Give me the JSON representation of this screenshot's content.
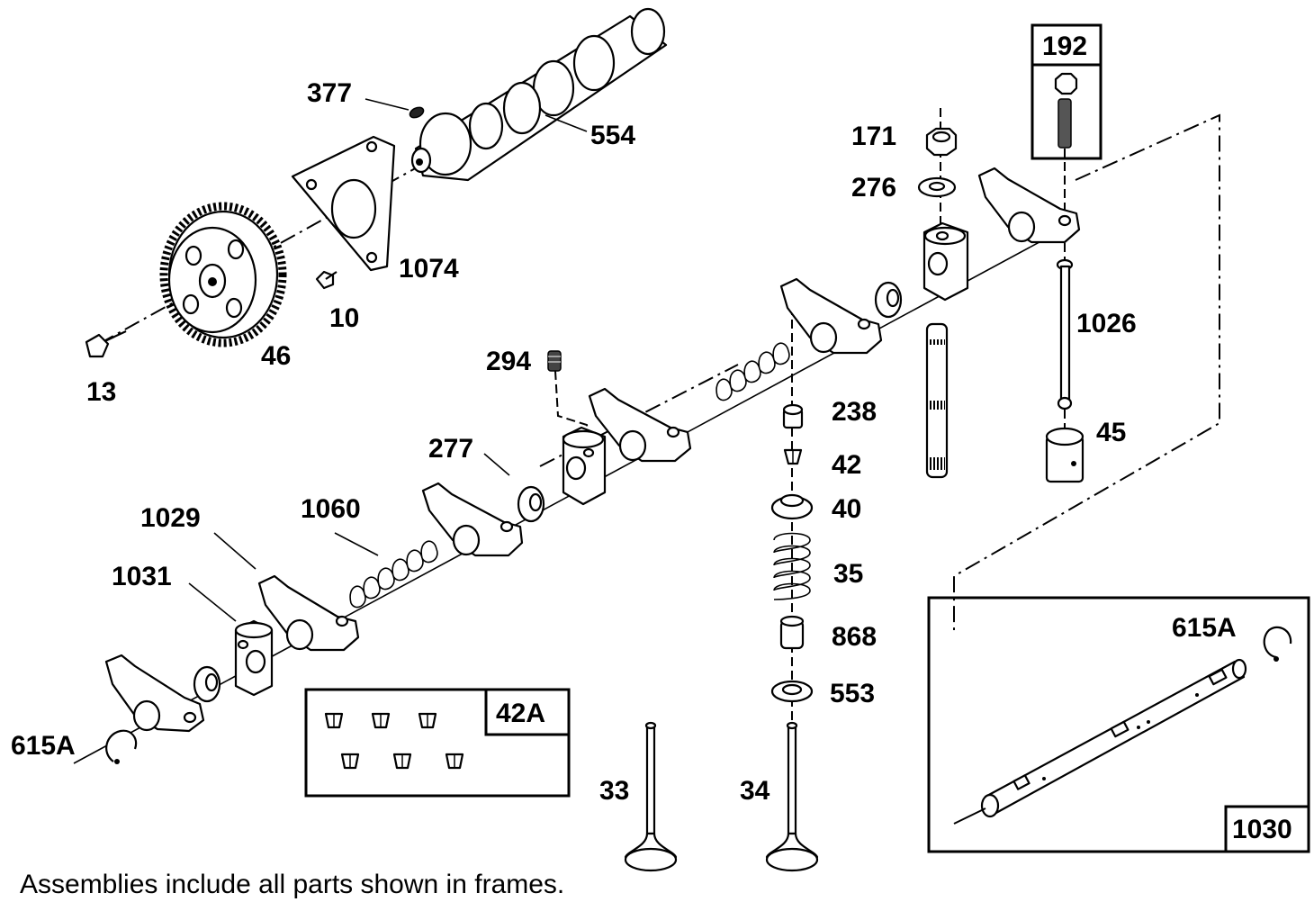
{
  "caption": "Assemblies include all parts shown in frames.",
  "labels": {
    "p377": "377",
    "p554": "554",
    "p1074": "1074",
    "p10": "10",
    "p46": "46",
    "p13": "13",
    "p294": "294",
    "p277": "277",
    "p1029": "1029",
    "p1060": "1060",
    "p1031": "1031",
    "p615a_left": "615A",
    "p171": "171",
    "p276": "276",
    "p192": "192",
    "p1026": "1026",
    "p238": "238",
    "p45": "45",
    "p42": "42",
    "p40": "40",
    "p35": "35",
    "p868": "868",
    "p553": "553",
    "p33": "33",
    "p34": "34",
    "p42a": "42A",
    "p615a_right": "615A",
    "p1030": "1030"
  }
}
